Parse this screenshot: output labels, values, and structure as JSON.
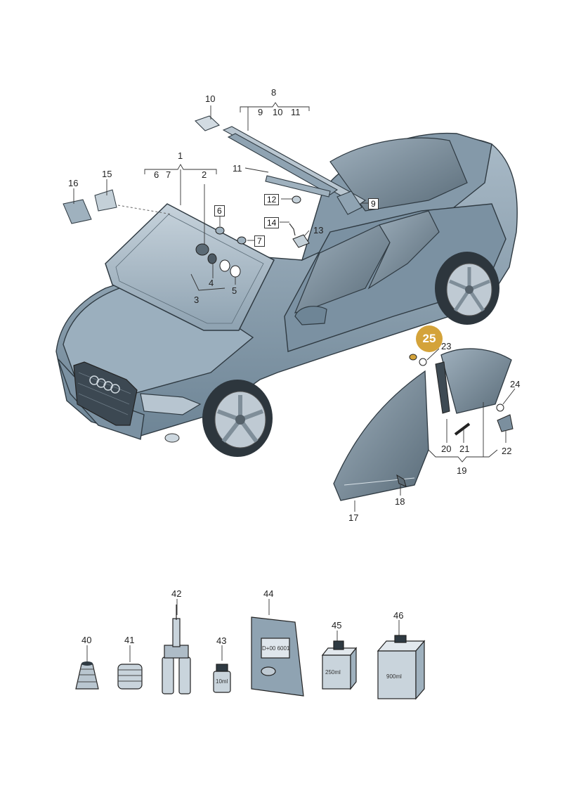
{
  "diagram": {
    "colors": {
      "body": "#8fa4b4",
      "body_dark": "#6d8394",
      "glass": "#4d5f6c",
      "glass_light": "#aab9c4",
      "line": "#333333",
      "highlight_fill": "#d4a33a",
      "highlight_text": "#ffffff"
    },
    "highlight": "25",
    "callouts": {
      "c1": "1",
      "c1_sub": [
        "6",
        "7"
      ],
      "c2": "2",
      "c3": "3",
      "c4": "4",
      "c5": "5",
      "c6": "6",
      "c7": "7",
      "c8": "8",
      "c8_sub": [
        "9",
        "10",
        "11"
      ],
      "c9": "9",
      "c10": "10",
      "c11": "11",
      "c12": "12",
      "c13": "13",
      "c14": "14",
      "c15": "15",
      "c16": "16",
      "c17": "17",
      "c18": "18",
      "c19": "19",
      "c20": "20",
      "c21": "21",
      "c22": "22",
      "c23": "23",
      "c24": "24",
      "c40": "40",
      "c41": "41",
      "c42": "42",
      "c43": "43",
      "c44": "44",
      "c45": "45",
      "c46": "46"
    },
    "container_labels": {
      "vial": "10ml",
      "bottle45": "250ml",
      "bottle46": "900ml",
      "bag": "D+00 6001"
    }
  }
}
